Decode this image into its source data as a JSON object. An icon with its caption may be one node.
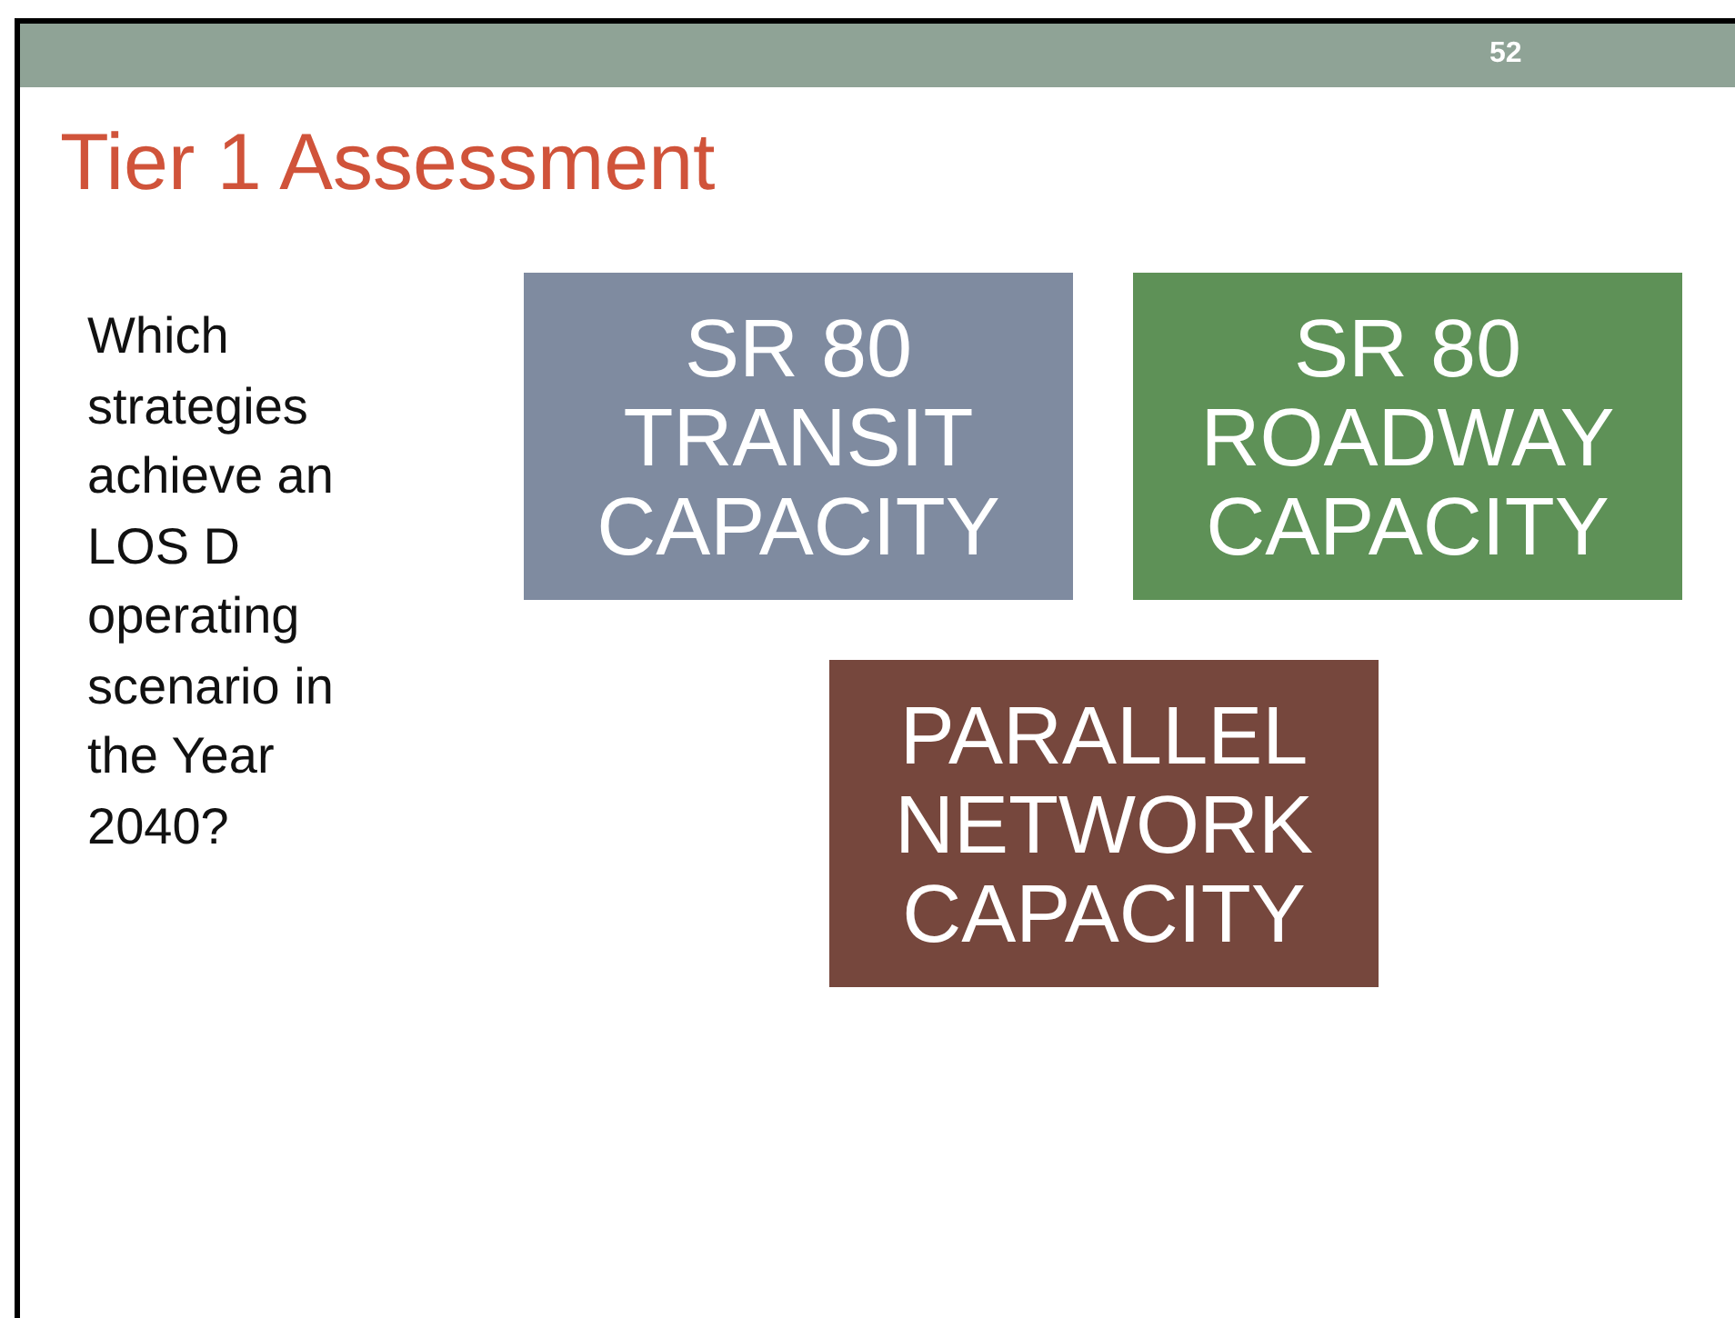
{
  "diagram": {
    "title": "Tier 1 Assessment",
    "nodes": [
      {
        "text": [
          "SR 80 TRANSIT CAPACITY"
        ]
      },
      {
        "text": [
          "SR 80 ROADWAY CAPACITY"
        ]
      },
      {
        "text": [
          "PARALLEL NETWORK CAPACITY"
        ]
      }
    ],
    "labels": [
      "52",
      "Which strategies achieve an LOS D operating scenario in the Year 2040?"
    ]
  }
}
